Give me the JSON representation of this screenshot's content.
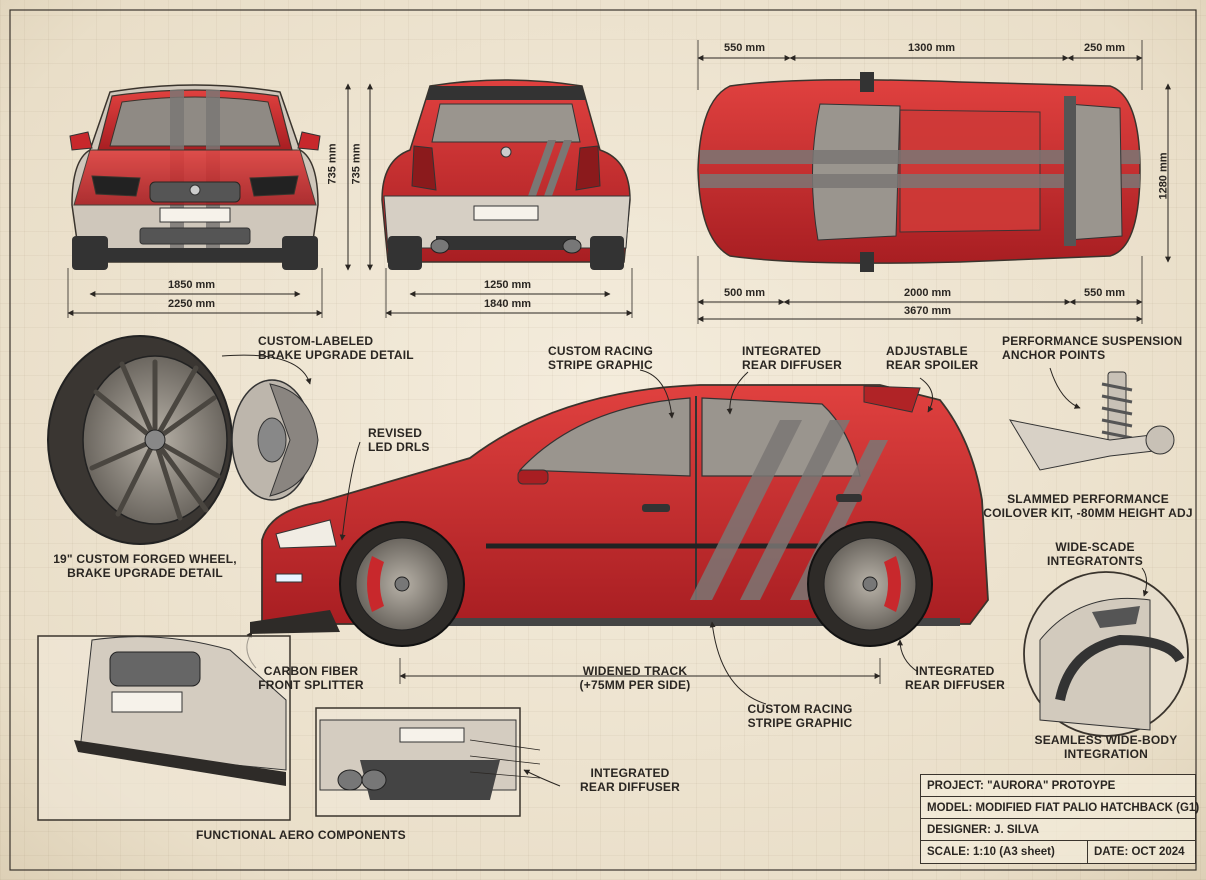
{
  "views": {
    "front": {
      "width_inner": "1850 mm",
      "width_outer": "2250 mm",
      "height": "735 mm"
    },
    "rear": {
      "width_inner": "1250 mm",
      "width_outer": "1840 mm",
      "height": "735 mm"
    },
    "top": {
      "front_overhang": "550 mm",
      "cabin": "1300 mm",
      "rear_top": "250 mm",
      "width": "1280 mm",
      "front_bottom": "500 mm",
      "wheelbase": "2000 mm",
      "rear_bottom": "550 mm",
      "length": "3670 mm"
    }
  },
  "callouts": {
    "brake_label": "CUSTOM-LABELED\nBRAKE UPGRADE DETAIL",
    "wheel": "19\" CUSTOM FORGED WHEEL,\nBRAKE UPGRADE DETAIL",
    "stripe_top": "CUSTOM RACING\nSTRIPE GRAPHIC",
    "diffuser_top": "INTEGRATED\nREAR DIFFUSER",
    "spoiler": "ADJUSTABLE\nREAR SPOILER",
    "suspension_anchor": "PERFORMANCE SUSPENSION\nANCHOR POINTS",
    "drls": "REVISED\nLED DRLs",
    "coilover": "SLAMMED PERFORMANCE\nCOILOVER KIT, -80mm HEIGHT ADJ",
    "widebody_top": "WIDE-SCADE\nINTEGRATONTS",
    "splitter": "CARBON FIBER\nFRONT SPLITTER",
    "track": "WIDENED TRACK\n(+75mm PER SIDE)",
    "diffuser_mid": "INTEGRATED\nREAR DIFFUSER",
    "stripe_bottom": "CUSTOM RACING\nSTRIPE GRAPHIC",
    "widebody_bottom": "SEAMLESS WIDE-BODY\nINTEGRATION",
    "diffuser_detail": "INTEGRATED\nREAR DIFFUSER",
    "aero": "FUNCTIONAL AERO COMPONENTS"
  },
  "title_block": {
    "project": "PROJECT: \"AURORA\" PROTOYPE",
    "model": "MODEL: MODIFIED FIAT PALIO HATCHBACK (G1)",
    "designer": "DESIGNER: J. SILVA",
    "scale": "SCALE: 1:10 (A3 sheet)",
    "date": "DATE: OCT 2024"
  },
  "colors": {
    "body_red": "#c8282c",
    "stripe_gray": "#7a7774",
    "paper": "#efe6d4",
    "ink": "#2a2622"
  }
}
